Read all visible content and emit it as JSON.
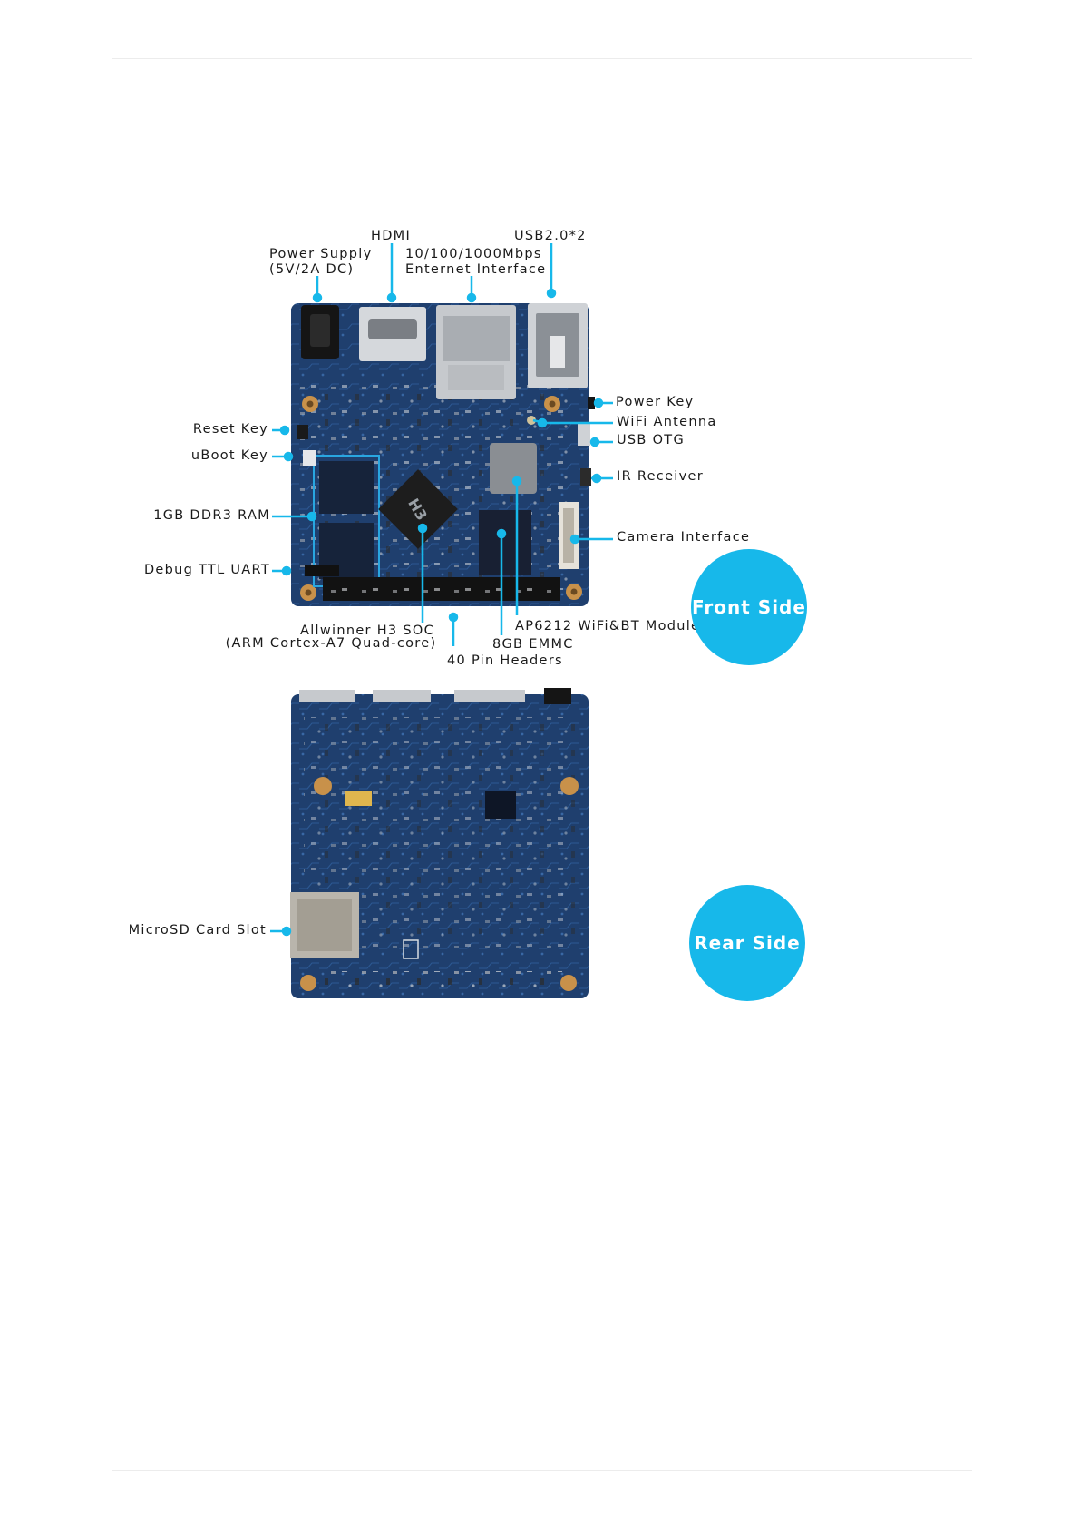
{
  "colors": {
    "pcb": "#1f3f6e",
    "pcb_dark": "#14294a",
    "accent": "#17b8ea",
    "copper": "#c8914a",
    "metal": "#c9cdd2"
  },
  "front": {
    "labels": {
      "power_supply_1": "Power Supply",
      "power_supply_2": "(5V/2A DC)",
      "hdmi": "HDMI",
      "ethernet_1": "10/100/1000Mbps",
      "ethernet_2": "Enternet Interface",
      "usb": "USB2.0*2",
      "power_key": "Power Key",
      "wifi_antenna": "WiFi Antenna",
      "usb_otg": "USB OTG",
      "ir_receiver": "IR Receiver",
      "camera": "Camera Interface",
      "reset_key": "Reset Key",
      "uboot_key": "uBoot Key",
      "ram": "1GB DDR3 RAM",
      "debug_uart": "Debug TTL UART",
      "soc_1": "Allwinner H3 SOC",
      "soc_2": "(ARM Cortex-A7 Quad-core)",
      "wifi_bt": "AP6212 WiFi&BT Module",
      "emmc": "8GB EMMC",
      "pin_headers": "40 Pin Headers",
      "chip_text": "H3"
    },
    "badge": "Front Side"
  },
  "rear": {
    "labels": {
      "microsd": "MicroSD Card Slot"
    },
    "badge": "Rear Side"
  }
}
